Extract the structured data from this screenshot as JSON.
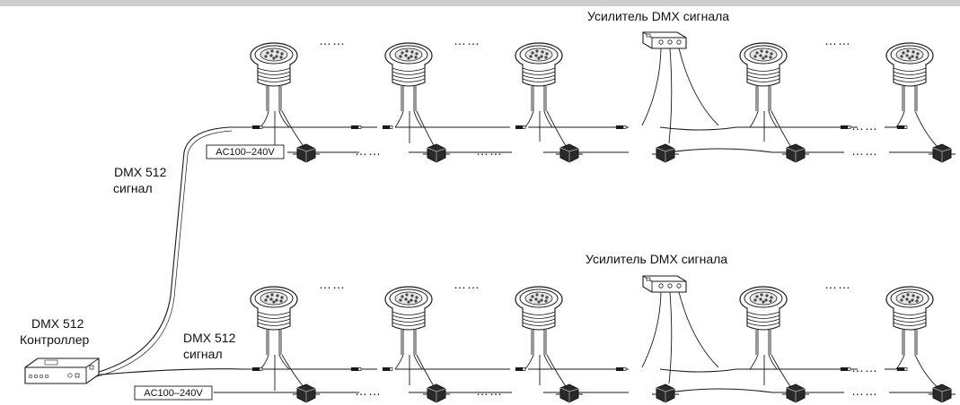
{
  "amplifier_label": "Усилитель DMX сигнала",
  "signal_label_line1": "DMX 512",
  "signal_label_line2": "сигнал",
  "controller_label_line1": "DMX 512",
  "controller_label_line2": "Контроллер",
  "power_label": "AC100–240V",
  "ellipsis": "……",
  "colors": {
    "line": "#1a1a1a",
    "fill": "#ffffff",
    "gray": "#cfcfcf"
  },
  "icons": [
    "led-spotlight-icon",
    "power-junction-box-icon",
    "dmx-amplifier-icon",
    "dmx-controller-icon",
    "cable-connector-icon"
  ]
}
